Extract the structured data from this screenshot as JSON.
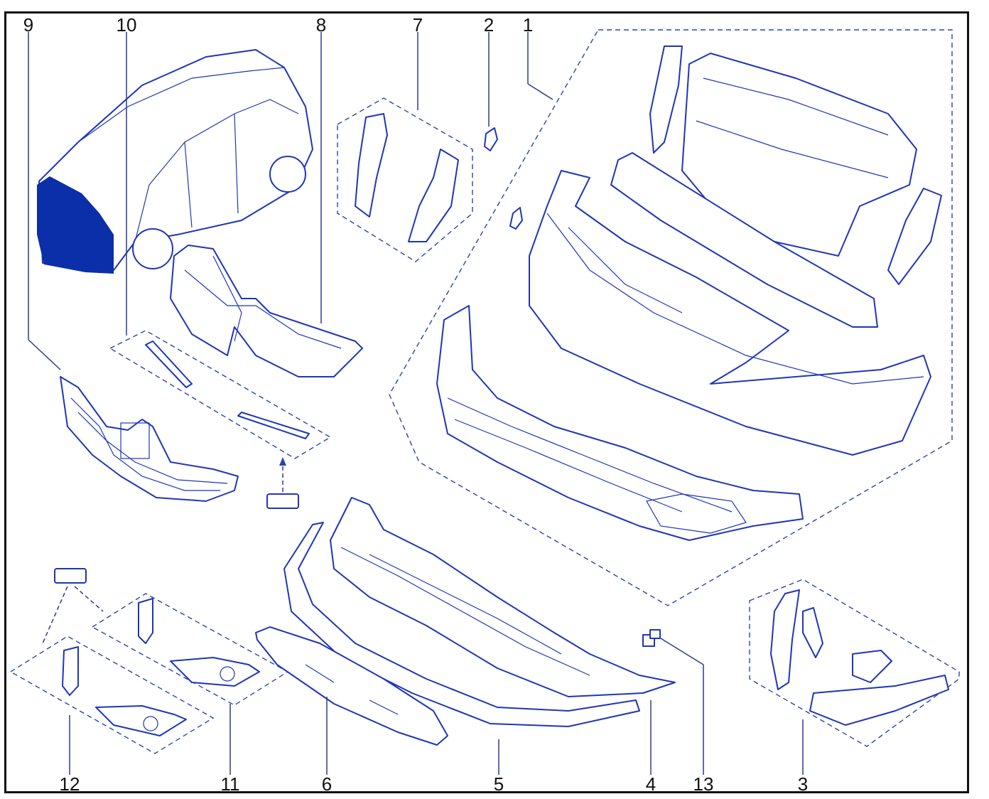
{
  "callouts": [
    {
      "id": "9",
      "text": "9"
    },
    {
      "id": "10",
      "text": "10"
    },
    {
      "id": "8",
      "text": "8"
    },
    {
      "id": "7",
      "text": "7"
    },
    {
      "id": "2",
      "text": "2"
    },
    {
      "id": "1",
      "text": "1"
    },
    {
      "id": "12",
      "text": "12"
    },
    {
      "id": "11",
      "text": "11"
    },
    {
      "id": "6",
      "text": "6"
    },
    {
      "id": "5",
      "text": "5"
    },
    {
      "id": "4",
      "text": "4"
    },
    {
      "id": "13",
      "text": "13"
    },
    {
      "id": "3",
      "text": "3"
    }
  ],
  "colors": {
    "line_art": "#1f35b8",
    "highlight": "#0a2fa8",
    "frame": "#111111"
  }
}
